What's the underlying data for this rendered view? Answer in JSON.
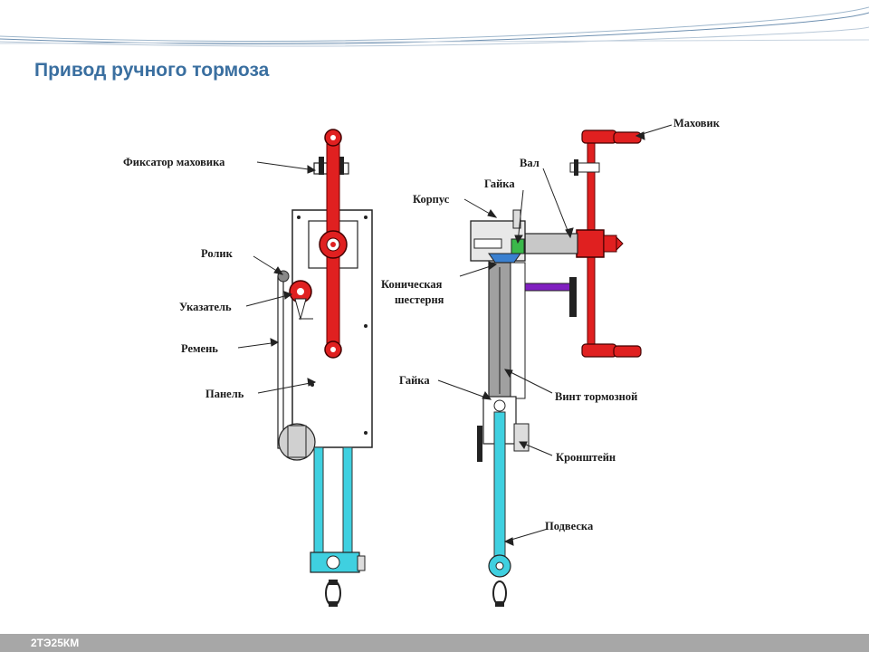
{
  "title": "Привод ручного тормоза",
  "footer": {
    "model": "2ТЭ25КМ"
  },
  "labels": {
    "flywheel_lock": "Фиксатор маховика",
    "roller": "Ролик",
    "indicator": "Указатель",
    "belt": "Ремень",
    "panel": "Панель",
    "flywheel": "Маховик",
    "shaft": "Вал",
    "nut_top": "Гайка",
    "housing": "Корпус",
    "bevel_gear_1": "Коническая",
    "bevel_gear_2": "шестерня",
    "nut_bottom": "Гайка",
    "brake_screw": "Винт тормозной",
    "bracket": "Кронштейн",
    "suspension": "Подвеска"
  },
  "colors": {
    "title": "#3a6fa0",
    "red": "#e02020",
    "cyan": "#3fd0e0",
    "purple": "#8020c0",
    "gray": "#a0a0a0",
    "footer": "#a7a7a7"
  }
}
